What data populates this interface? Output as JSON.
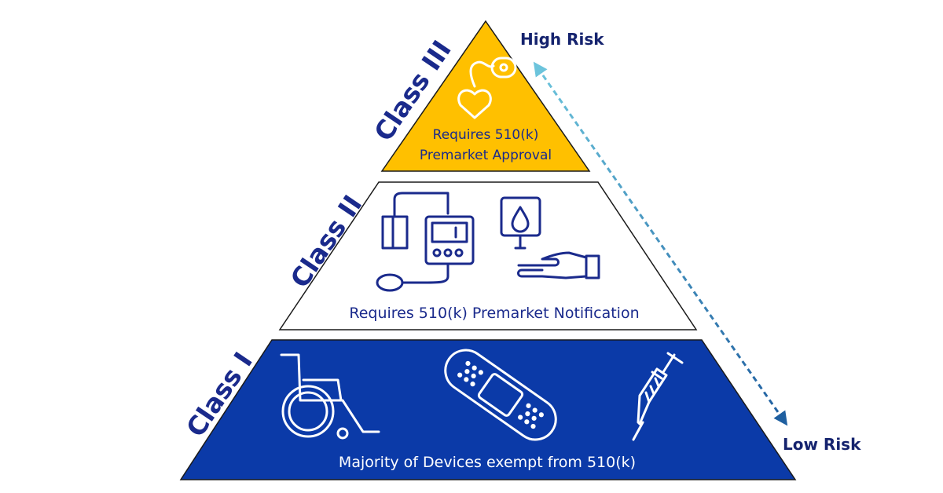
{
  "pyramid": {
    "tier1": {
      "label": "Class III",
      "description_line1": "Requires 510(k)",
      "description_line2": "Premarket Approval",
      "fill": "#ffc000"
    },
    "tier2": {
      "label": "Class II",
      "description": "Requires 510(k) Premarket Notification",
      "fill": "#ffffff"
    },
    "tier3": {
      "label": "Class I",
      "description": "Majority of Devices exempt from 510(k)",
      "fill": "#0b3aa8"
    }
  },
  "risk_scale": {
    "high": "High Risk",
    "low": "Low Risk",
    "arrow_color": "#3a8fc4"
  },
  "icons": {
    "tier1": [
      "pacemaker-heart-icon"
    ],
    "tier2": [
      "blood-pressure-monitor-icon",
      "glucose-drop-finger-icon"
    ],
    "tier3": [
      "wheelchair-icon",
      "bandage-icon",
      "syringe-icon"
    ]
  },
  "colors": {
    "navy_text": "#1a2a8c",
    "icon_stroke_dark": "#1a2a8c",
    "icon_stroke_light": "#ffffff"
  }
}
